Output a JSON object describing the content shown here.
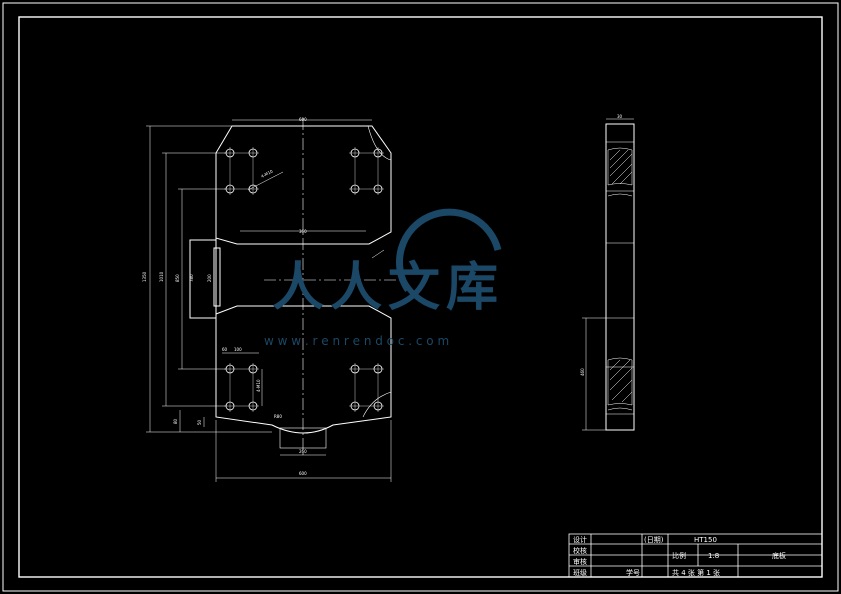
{
  "drawing": {
    "front_dims": {
      "top_width": "600",
      "overall_width": "600",
      "inner_width": "360",
      "notch_width": "260",
      "height_total": "1350",
      "height_a": "1010",
      "height_b": "850",
      "height_c": "780",
      "side_small": "80",
      "side_offset": "50",
      "left_step": "200",
      "hole_pitch": "60",
      "hole_pitch_b": "100",
      "hole_label_a": "4-M10",
      "hole_label_b": "4-M10",
      "radius": "R80"
    },
    "side_dims": {
      "thickness": "30",
      "height": "460"
    }
  },
  "watermark": {
    "main": "人人文库",
    "url": "w w w . r e n r e n d o c . c o m"
  },
  "title_block": {
    "design": "设计",
    "date": "(日期)",
    "check": "校核",
    "review": "审核",
    "class": "班级",
    "student_id": "学号",
    "drawing_no": "HT150",
    "scale_label": "比例",
    "scale_value": "1:8",
    "part_name": "底板",
    "sheet_info": "共 4 张 第 1 张"
  },
  "colors": {
    "background": "#000000",
    "lines": "#ffffff",
    "watermark": "#1b4866"
  }
}
